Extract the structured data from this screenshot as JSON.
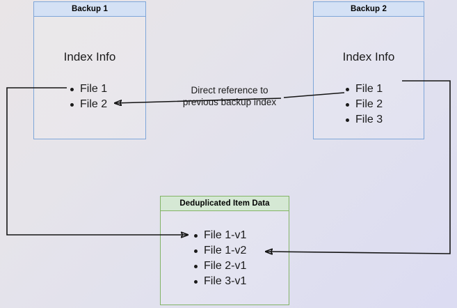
{
  "diagram": {
    "title_hidden": "Backup deduplication index reference diagram",
    "boxes": [
      {
        "id": "backup1",
        "header": "Backup 1",
        "section_title": "Index Info",
        "items": [
          "File 1",
          "File 2"
        ],
        "accent": "#7ea6d9",
        "header_fill": "#d4e1f5"
      },
      {
        "id": "backup2",
        "header": "Backup 2",
        "section_title": "Index Info",
        "items": [
          "File 1",
          "File 2",
          "File 3"
        ],
        "accent": "#7ea6d9",
        "header_fill": "#d4e1f5"
      },
      {
        "id": "dedup",
        "header": "Deduplicated Item Data",
        "items": [
          "File 1-v1",
          "File 1-v2",
          "File 2-v1",
          "File 3-v1"
        ],
        "accent": "#82b366",
        "header_fill": "#d5e8d4"
      }
    ],
    "labels": {
      "direct_reference": "Direct reference to\nprevious backup index"
    },
    "edges": [
      {
        "id": "backup2-index-to-backup1-index",
        "from": "Backup 2 File 2",
        "to": "Backup 1 File 2",
        "arrow": "end"
      },
      {
        "id": "backup1-file1-to-dedup-file1v1",
        "from": "Backup 1 File 1",
        "to": "Deduplicated File 1-v1",
        "arrow": "end"
      },
      {
        "id": "backup2-file1-to-dedup-file1v2",
        "from": "Backup 2 File 1",
        "to": "Deduplicated File 1-v2",
        "arrow": "end"
      }
    ],
    "colors": {
      "background_start": "#e9e5e7",
      "background_end": "#dcdcf2",
      "edge_stroke": "#141414",
      "text": "#1a1a1a"
    }
  }
}
